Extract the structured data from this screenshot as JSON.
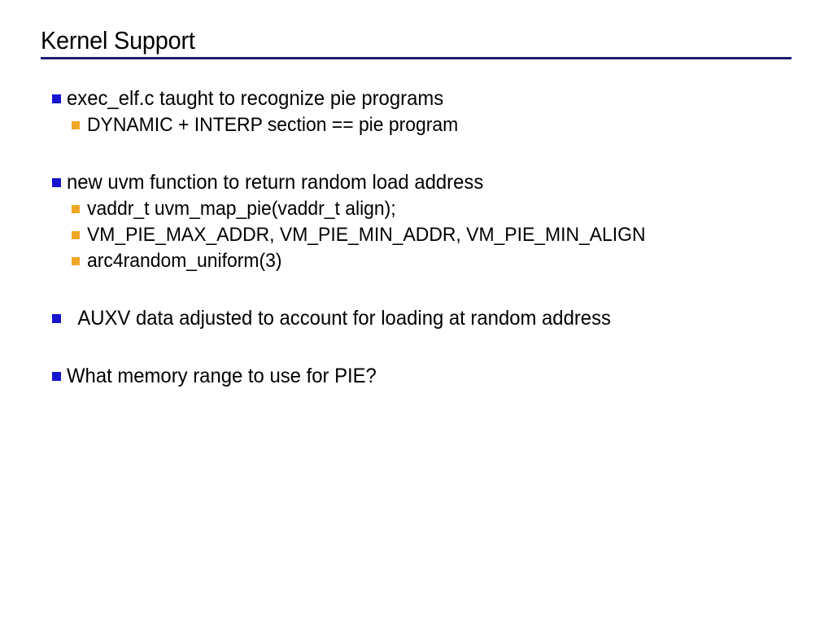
{
  "slide": {
    "title": "Kernel Support",
    "rule_color": "#1c1c6e",
    "background_color": "#ffffff",
    "text_color": "#000000",
    "bullet_level1_color": "#1616cf",
    "bullet_level2_color": "#f0a726",
    "bullets": [
      {
        "level": 1,
        "text": "exec_elf.c taught to recognize pie programs"
      },
      {
        "level": 2,
        "text": "DYNAMIC + INTERP section == pie program"
      },
      {
        "level": 0,
        "text": ""
      },
      {
        "level": 1,
        "text": "new uvm function to return random load address"
      },
      {
        "level": 2,
        "text": "vaddr_t uvm_map_pie(vaddr_t align);"
      },
      {
        "level": 2,
        "text": "VM_PIE_MAX_ADDR, VM_PIE_MIN_ADDR, VM_PIE_MIN_ALIGN"
      },
      {
        "level": 2,
        "text": "arc4random_uniform(3)"
      },
      {
        "level": 0,
        "text": ""
      },
      {
        "level": 1,
        "text": " AUXV data adjusted to account for loading at random address"
      },
      {
        "level": 0,
        "text": ""
      },
      {
        "level": 1,
        "text": "What memory range to use for PIE?"
      }
    ]
  }
}
